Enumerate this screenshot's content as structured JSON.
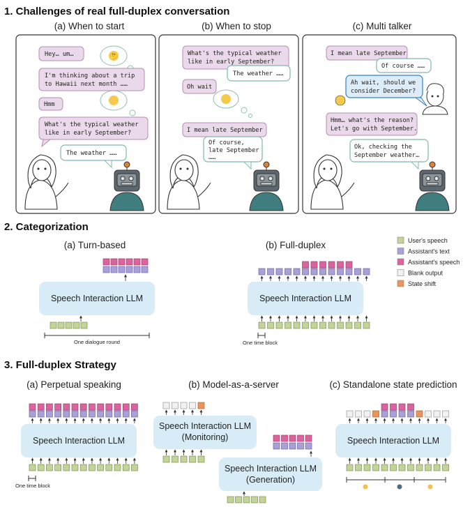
{
  "sections": {
    "s1": "1. Challenges of real full-duplex conversation",
    "s2": "2. Categorization",
    "s3": "3. Full-duplex Strategy"
  },
  "panels": {
    "a": "(a) When to start",
    "b": "(b) When to stop",
    "c": "(c) Multi talker"
  },
  "panel_a": {
    "b1": "Hey… um…",
    "b2": [
      "I'm thinking about a trip",
      "to Hawaii next month ……"
    ],
    "b3": "Hmm",
    "b4": [
      "What's the typical weather",
      "like in early September?"
    ],
    "r1": "The weather ……"
  },
  "panel_b": {
    "b1": [
      "What's the typical weather",
      "like in early September?"
    ],
    "r1": "The weather ……",
    "b2": "Oh wait",
    "b3": "I mean late September",
    "r2": [
      "Of course,",
      "late September",
      "……"
    ]
  },
  "panel_c": {
    "b1": "I mean late September",
    "r1": "Of course ……",
    "t1": [
      "Ah wait, should we",
      "consider December?"
    ],
    "b2": [
      "Hmm… what's the reason?",
      "Let's go with September."
    ],
    "r2": [
      "Ok, checking the",
      "September weather…"
    ]
  },
  "categorization": {
    "turn_based": "(a) Turn-based",
    "full_duplex": "(b) Full-duplex",
    "llm": "Speech Interaction LLM",
    "dialogue_round": "One dialogue round",
    "time_block": "One time block"
  },
  "legend": [
    {
      "label": "User's speech",
      "color": "#c3d39a"
    },
    {
      "label": "Assistant's text",
      "color": "#a9a0d8"
    },
    {
      "label": "Assistant's speech",
      "color": "#d9649e"
    },
    {
      "label": "Blank output",
      "color": "#f1f1f1"
    },
    {
      "label": "State shift",
      "color": "#e9945a"
    }
  ],
  "strategy": {
    "a": "(a) Perpetual speaking",
    "b": "(b) Model-as-a-server",
    "c": "(c) Standalone state prediction",
    "llm": "Speech Interaction LLM",
    "monitoring": "(Monitoring)",
    "generation": "(Generation)",
    "time_block": "One time block"
  },
  "colors": {
    "user_bubble": "#ead9ea",
    "assistant_bubble": "#ffffff",
    "assistant_border": "#7fb7b0",
    "third_bubble": "#dcecf8",
    "third_border": "#3a7fc2",
    "llm_box": "#d8ecf7"
  }
}
